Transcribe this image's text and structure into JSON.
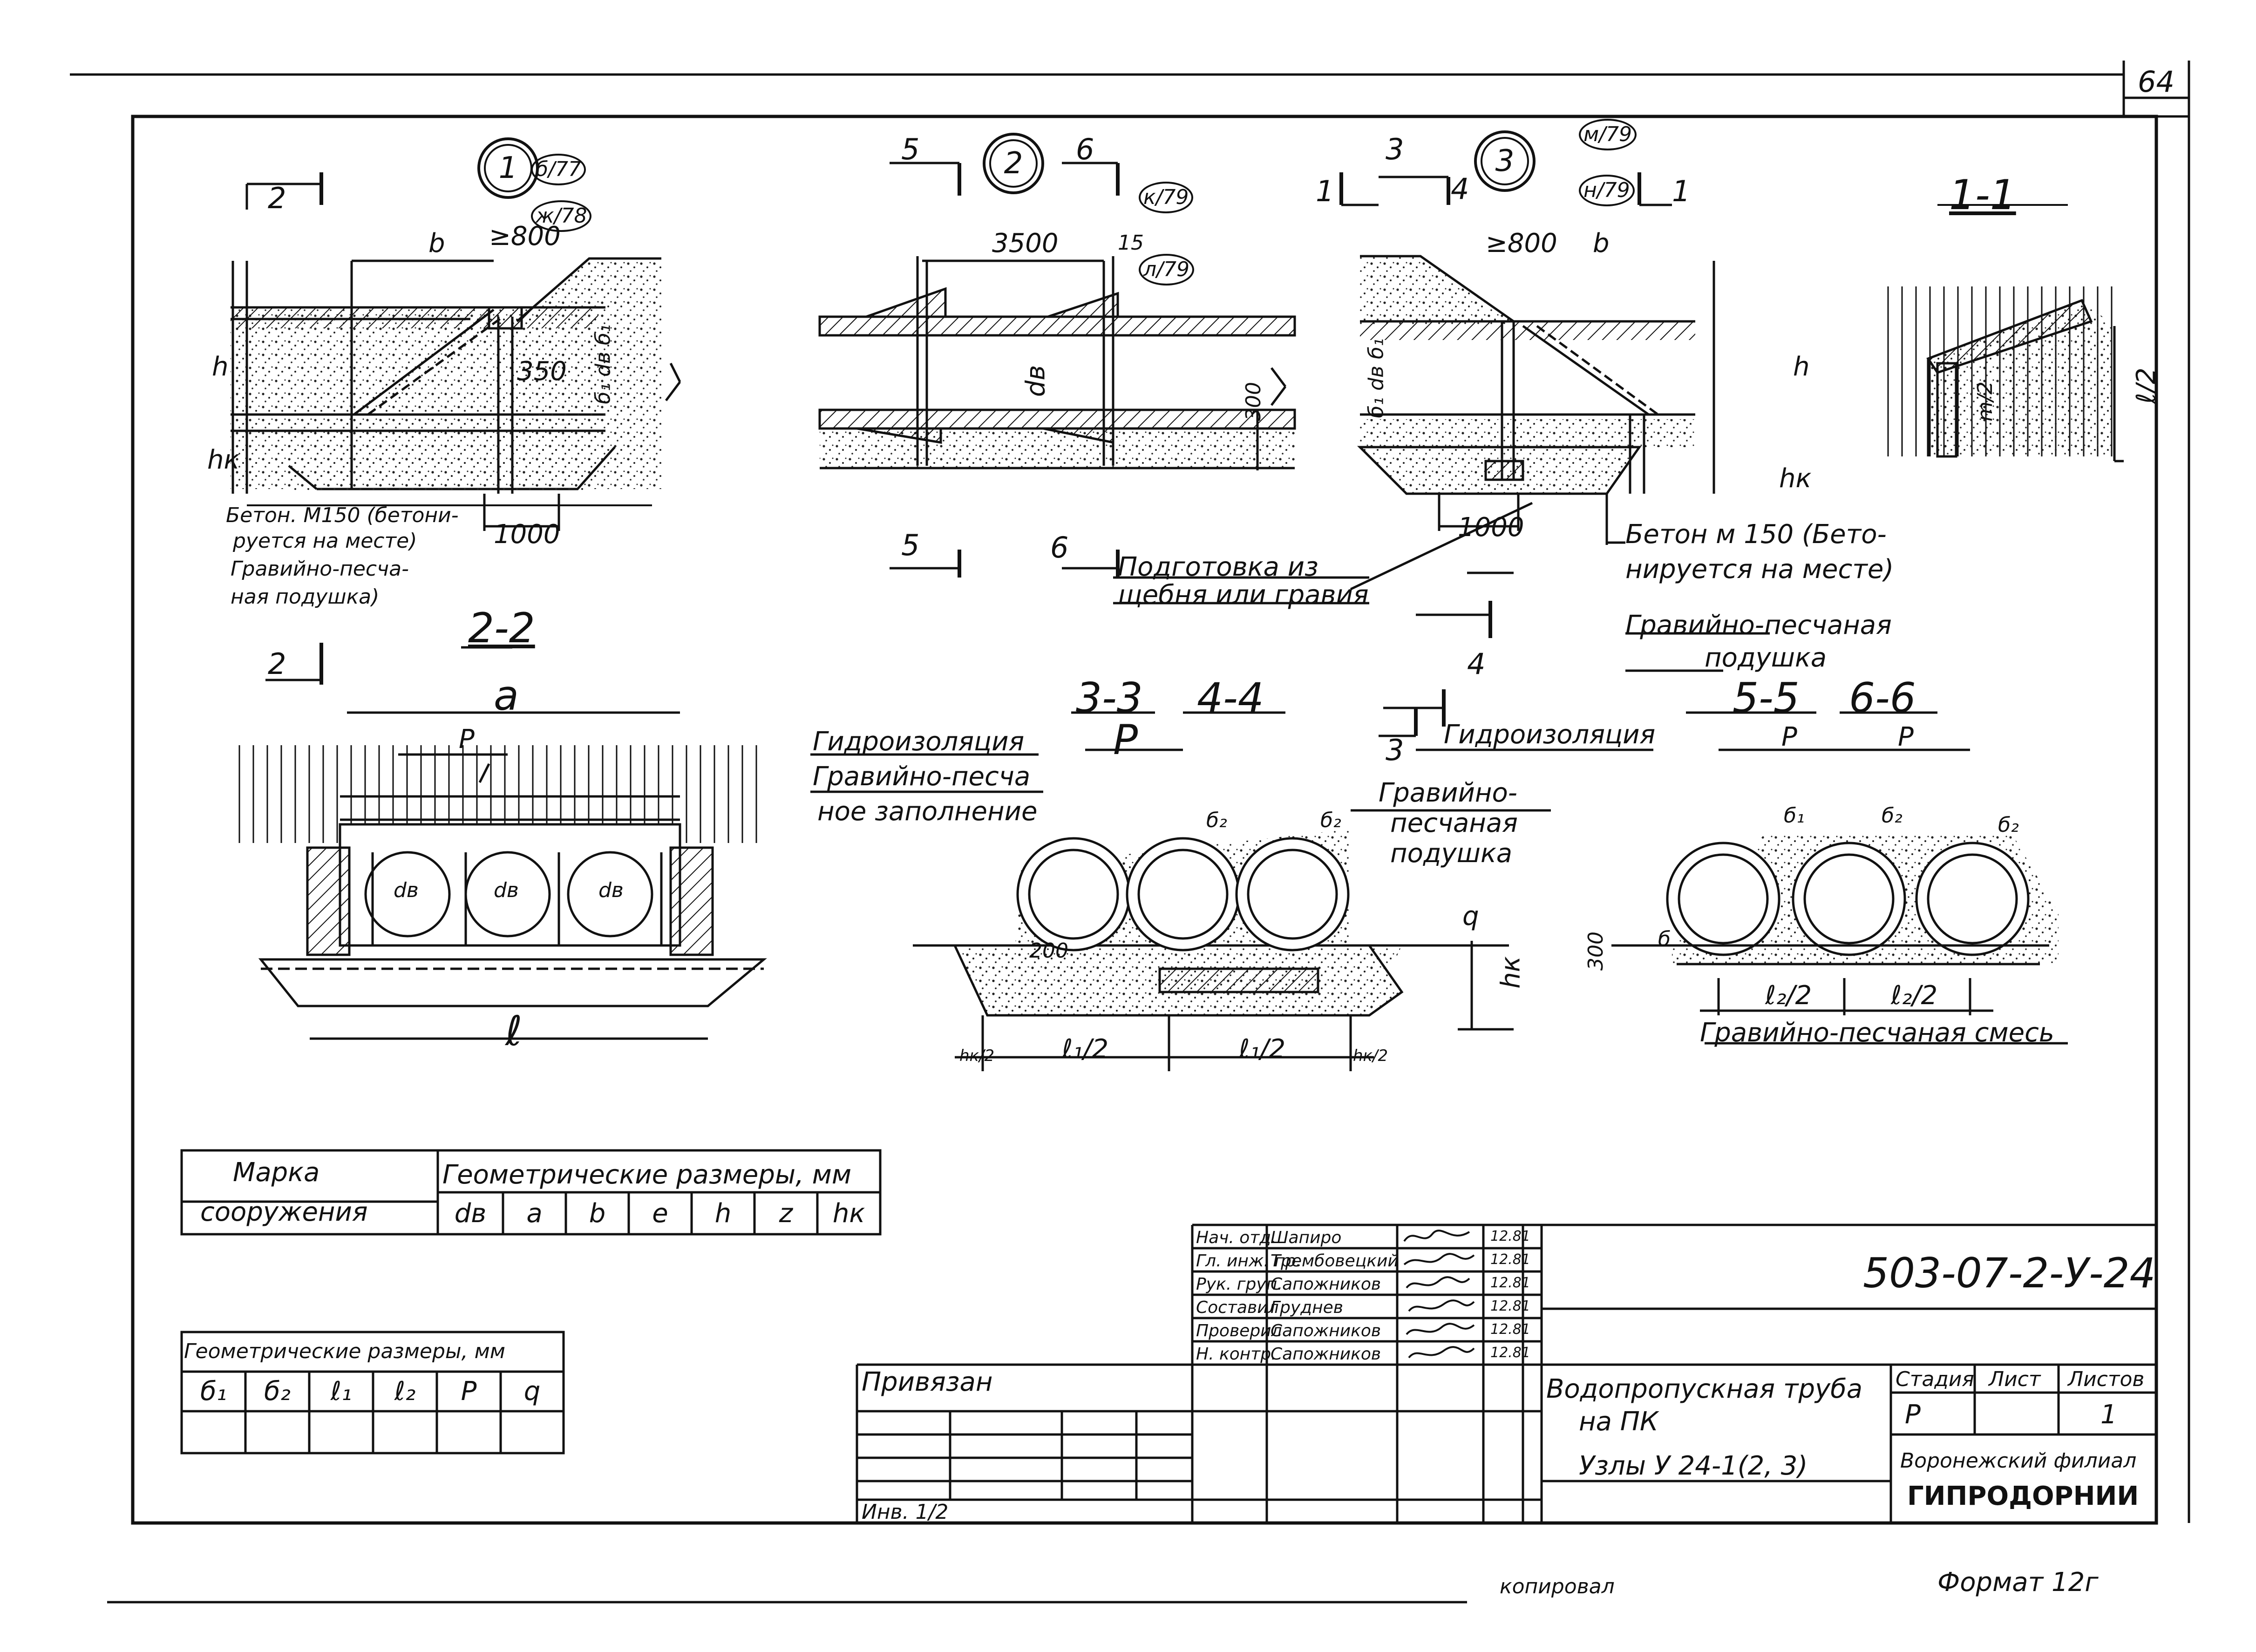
{
  "sheet": {
    "sheet_number": "64",
    "drawing_code": "503-07-2-У-24",
    "format": "Формат 12г",
    "copied": "копировал"
  },
  "nodes": {
    "n1": "1",
    "n2": "2",
    "n3": "3",
    "refs1": [
      "б/77",
      "ж/78"
    ],
    "refs2": [
      "к/79",
      "л/79"
    ],
    "refs3": [
      "м/79",
      "н/79"
    ]
  },
  "section_marks": {
    "s2_top": "2",
    "s2_bottom": "2",
    "s5_top": "5",
    "s5_bottom": "5",
    "s6_top": "6",
    "s6_bottom": "6",
    "s1_left": "1",
    "s1_right": "1",
    "s3_top": "3",
    "s3_bottom": "3",
    "s4_top": "4",
    "s4_bottom": "4"
  },
  "sections": {
    "sec_1_1": "1-1",
    "sec_2_2": "2-2",
    "sec_3_3": "3-3",
    "sec_4_4": "4-4",
    "sec_5_5": "5-5",
    "sec_6_6": "6-6"
  },
  "dims": {
    "d1_b": "b",
    "d1_800": "≥800",
    "d1_350": "350",
    "d1_1000": "1000",
    "d1_h": "h",
    "d1_hk": "hк",
    "d1_side": "б₁ dв б₁",
    "d2_3500": "3500",
    "d2_15": "15",
    "d2_dv": "dв",
    "d2_300": "300",
    "d3_800": "≥800",
    "d3_b": "b",
    "d3_1000": "1000",
    "d3_h": "h",
    "d3_hk": "hк",
    "d3_side": "б₁ dв б₁",
    "d11_l2": "ℓ/2",
    "d11_m2": "m/2",
    "d22_a": "a",
    "d22_p": "P",
    "d22_l": "ℓ",
    "d22_dv": "dв",
    "d33_p": "P",
    "d33_l1": "ℓ₁/2",
    "d33_l2": "ℓ₁/2",
    "d33_200": "200",
    "d33_hk": "hк",
    "d33_hk2": "hк/2",
    "d33_q": "q",
    "d33_b2": "б₂",
    "d55_p1": "P",
    "d55_p2": "P",
    "d55_l1": "ℓ₂/2",
    "d55_l2": "ℓ₂/2",
    "d55_300": "300",
    "d55_b1": "б₁",
    "d55_b2": "б₂",
    "d55_b": "б"
  },
  "notes": {
    "n1_concrete": "Бетон. М150 (бетони-",
    "n1_concrete2": "руется на месте)",
    "n1_gravel": "Гравийно-песча-",
    "n1_gravel2": "ная подушка)",
    "n2_prep": "Подготовка из",
    "n2_prep2": "щебня или гравия",
    "n3_concrete": "Бетон м 150 (Бето-",
    "n3_concrete2": "нируется на месте)",
    "n3_gravel": "Гравийно-песчаная",
    "n3_gravel2": "подушка",
    "n4_hydro": "Гидроизоляция",
    "n4_fill": "Гравийно-песча",
    "n4_fill2": "ное заполнение",
    "n4_hydro2": "Гидроизоляция",
    "n4_pad": "Гравийно-",
    "n4_pad2": "песчаная",
    "n4_pad3": "подушка",
    "n5_mix": "Гравийно-песчаная смесь"
  },
  "table1": {
    "mark_label": "Марка",
    "mark_label2": "сооружения",
    "geom_label": "Геометрические размеры, мм",
    "cols": [
      "dв",
      "a",
      "b",
      "e",
      "h",
      "z",
      "hк"
    ]
  },
  "table2": {
    "geom_label": "Геометрические размеры, мм",
    "cols": [
      "б₁",
      "б₂",
      "ℓ₁",
      "ℓ₂",
      "P",
      "q"
    ]
  },
  "titleblock": {
    "roles": [
      "Нач. отд.",
      "Гл. инж. пр.",
      "Рук. груп.",
      "Составил",
      "Проверил",
      "Н. контр."
    ],
    "names": [
      "Шапиро",
      "Трембовецкий",
      "Сапожников",
      "Груднев",
      "Сапожников",
      "Сапожников"
    ],
    "dates": [
      "12.81",
      "12.81",
      "12.81",
      "12.81",
      "12.81",
      "12.81"
    ],
    "attached": "Привязан",
    "inv": "Инв. 1/2",
    "title1": "Водопропускная труба",
    "title2": "на ПК",
    "title3": "Узлы  У 24-1(2, 3)",
    "stage_h": "Стадия",
    "sheet_h": "Лист",
    "sheets_h": "Листов",
    "stage_v": "Р",
    "sheet_v": "1",
    "org1": "Воронежский филиал",
    "org2": "ГИПРОДОРНИИ"
  }
}
